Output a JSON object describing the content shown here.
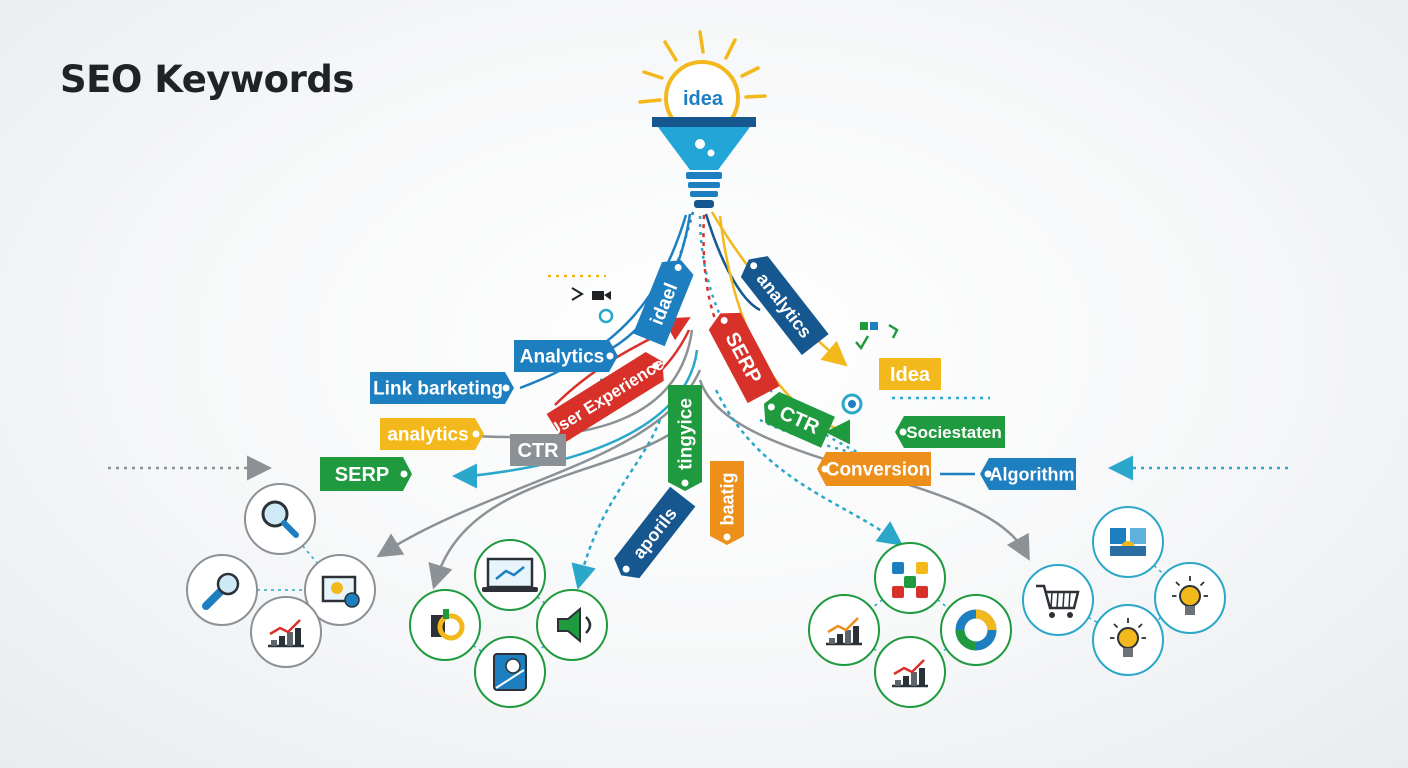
{
  "title": "SEO Keywords",
  "bulb_label": "idea",
  "colors": {
    "blue": "#1e7fc0",
    "navy": "#16578f",
    "green": "#1f9a3e",
    "red": "#d7312a",
    "orange": "#ec8f1b",
    "yellow": "#f2b81c",
    "gray": "#8c9196",
    "teal": "#2aa7c9",
    "funnel": "#22a6d8",
    "ink": "#1f2326"
  },
  "tags": [
    {
      "id": "ideal",
      "text": "idael",
      "color": "blue"
    },
    {
      "id": "analytics-upper-right",
      "text": "analytics",
      "color": "navy"
    },
    {
      "id": "analytics-blue",
      "text": "Analytics",
      "color": "blue"
    },
    {
      "id": "serp-red",
      "text": "SERP",
      "color": "red"
    },
    {
      "id": "idea-yellow",
      "text": "Idea",
      "color": "yellow"
    },
    {
      "id": "link-barketing",
      "text": "Link barketing",
      "color": "blue"
    },
    {
      "id": "user-experience",
      "text": "User Experience",
      "color": "red"
    },
    {
      "id": "ctr-green",
      "text": "CTR",
      "color": "green"
    },
    {
      "id": "sociestaten",
      "text": "Sociestaten",
      "color": "green"
    },
    {
      "id": "analytics-yellow",
      "text": "analytics",
      "color": "yellow"
    },
    {
      "id": "ctr-gray",
      "text": "CTR",
      "color": "gray"
    },
    {
      "id": "tingyice",
      "text": "tingyice",
      "color": "green"
    },
    {
      "id": "serp-green",
      "text": "SERP",
      "color": "green"
    },
    {
      "id": "conversion",
      "text": "Conversion",
      "color": "orange"
    },
    {
      "id": "algorithm",
      "text": "Algorithm",
      "color": "blue"
    },
    {
      "id": "aporils",
      "text": "aporils",
      "color": "navy"
    },
    {
      "id": "baatig",
      "text": "baatig",
      "color": "orange"
    }
  ],
  "icon_clusters": [
    {
      "id": "research",
      "icons": [
        "magnifier-icon",
        "flashlight-icon",
        "image-settings-icon",
        "bar-chart-icon"
      ]
    },
    {
      "id": "content",
      "icons": [
        "laptop-chart-icon",
        "toolbox-icon",
        "megaphone-icon",
        "tablet-icon"
      ]
    },
    {
      "id": "data",
      "icons": [
        "network-icon",
        "line-chart-icon",
        "donut-chart-icon",
        "growth-chart-icon"
      ]
    },
    {
      "id": "commerce",
      "icons": [
        "puzzle-team-icon",
        "shopping-cart-icon",
        "lightbulb-icon",
        "lightbulb-small-icon"
      ]
    }
  ]
}
